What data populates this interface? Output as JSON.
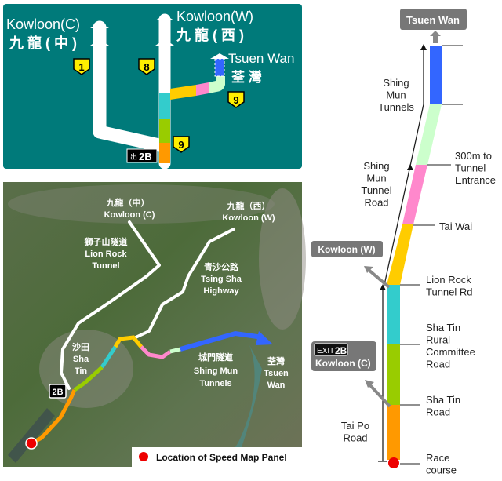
{
  "colors": {
    "sign_bg": "#007a7a",
    "orange": "#ff9900",
    "green": "#99cc00",
    "cyan": "#33cccc",
    "yellow": "#ffcc00",
    "pink": "#ff88cc",
    "light_green": "#ccffcc",
    "blue": "#3366ff",
    "marker": "#ee0000",
    "label_box": "#777777",
    "badge": "#ffee00"
  },
  "sign": {
    "kowloon_c_en": "Kowloon(C)",
    "kowloon_c_zh": "九 龍 ( 中 )",
    "kowloon_w_en": "Kowloon(W)",
    "kowloon_w_zh": "九 龍 ( 西 )",
    "tsuen_wan_en": "Tsuen Wan",
    "tsuen_wan_zh": "荃 灣",
    "route_1": "1",
    "route_8": "8",
    "route_9a": "9",
    "route_9b": "9",
    "exit_prefix": "出",
    "exit_label": "2B"
  },
  "map": {
    "kowloon_c_zh": "九龍（中）",
    "kowloon_c_en": "Kowloon (C)",
    "kowloon_w_zh": "九龍（西）",
    "kowloon_w_en": "Kowloon (W)",
    "lion_rock_zh": "獅子山隧道",
    "lion_rock_en1": "Lion Rock",
    "lion_rock_en2": "Tunnel",
    "tsing_sha_zh": "青沙公路",
    "tsing_sha_en1": "Tsing Sha",
    "tsing_sha_en2": "Highway",
    "sha_tin_zh": "沙田",
    "sha_tin_en1": "Sha",
    "sha_tin_en2": "Tin",
    "shing_mun_zh": "城門隧道",
    "shing_mun_en1": "Shing Mun",
    "shing_mun_en2": "Tunnels",
    "tsuen_wan_zh": "荃灣",
    "tsuen_wan_en1": "Tsuen",
    "tsuen_wan_en2": "Wan",
    "exit_badge": "2B",
    "legend": "Location of Speed Map Panel"
  },
  "schematic": {
    "tsuen_wan": "Tsuen Wan",
    "kowloon_w": "Kowloon (W)",
    "exit_prefix": "EXIT",
    "exit_label": "2B",
    "kowloon_c": "Kowloon (C)",
    "road_left": {
      "shing_mun_tunnels": [
        "Shing",
        "Mun",
        "Tunnels"
      ],
      "shing_mun_tunnel_road": [
        "Shing",
        "Mun",
        "Tunnel",
        "Road"
      ],
      "tai_po_road": [
        "Tai Po",
        "Road"
      ]
    },
    "points": {
      "p300m": [
        "300m to",
        "Tunnel",
        "Entrance"
      ],
      "tai_wai": [
        "Tai Wai"
      ],
      "lion_rock": [
        "Lion Rock",
        "Tunnel Rd"
      ],
      "rural": [
        "Sha Tin",
        "Rural",
        "Committee",
        "Road"
      ],
      "sha_tin_road": [
        "Sha Tin",
        "Road"
      ],
      "race_course": [
        "Race",
        "course"
      ]
    }
  }
}
